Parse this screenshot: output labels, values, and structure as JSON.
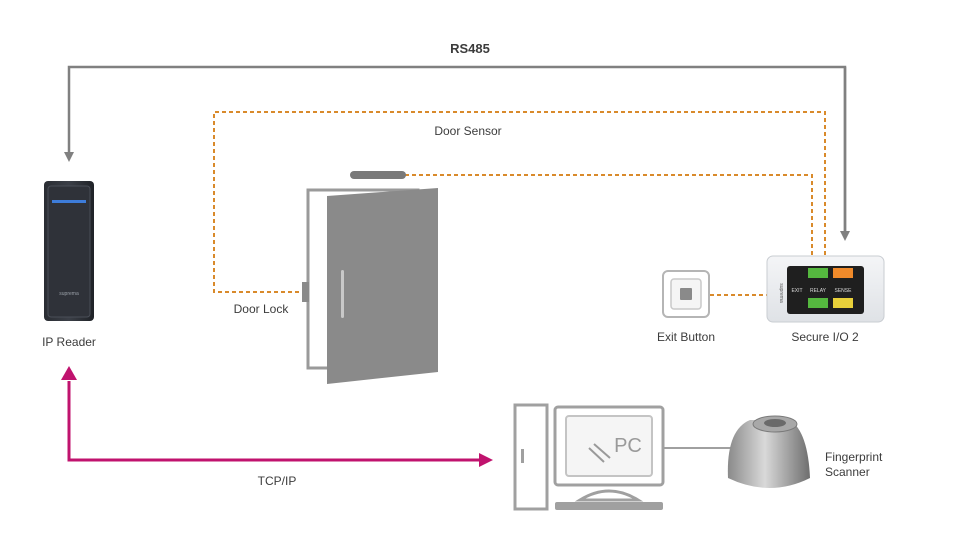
{
  "labels": {
    "rs485": "RS485",
    "door_sensor": "Door Sensor",
    "door_lock": "Door Lock",
    "ip_reader": "IP Reader",
    "exit_button": "Exit Button",
    "secure_io": "Secure I/O 2",
    "tcpip": "TCP/IP",
    "pc": "PC",
    "fingerprint_line1": "Fingerprint",
    "fingerprint_line2": "Scanner"
  },
  "device_text": {
    "reader_brand": "suprema",
    "io_brand": "suprema",
    "io_relay": "RELAY",
    "io_exit": "EXIT",
    "io_sense": "SENSE"
  },
  "colors": {
    "rs485_line": "#808080",
    "sensor_line": "#d98a2b",
    "tcpip_line": "#c0136e",
    "door": "#8a8a8a",
    "pc_stroke": "#a0a0a0"
  }
}
